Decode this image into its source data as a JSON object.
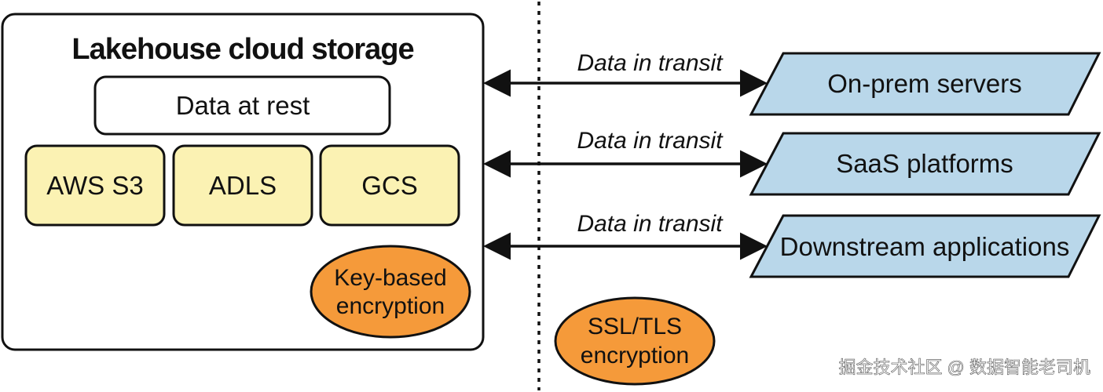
{
  "storage": {
    "title": "Lakehouse cloud storage",
    "data_at_rest": "Data at rest",
    "providers": [
      "AWS S3",
      "ADLS",
      "GCS"
    ],
    "encryption": [
      "Key-based",
      "encryption"
    ]
  },
  "transit": {
    "label": "Data in transit",
    "encryption": [
      "SSL/TLS",
      "encryption"
    ]
  },
  "destinations": [
    "On-prem servers",
    "SaaS platforms",
    "Downstream applications"
  ],
  "watermark": "掘金技术社区 @ 数据智能老司机",
  "colors": {
    "provider_fill": "#fbf2b3",
    "oval_fill": "#f59a3a",
    "destination_fill": "#b9d7ea",
    "stroke": "#111111"
  }
}
